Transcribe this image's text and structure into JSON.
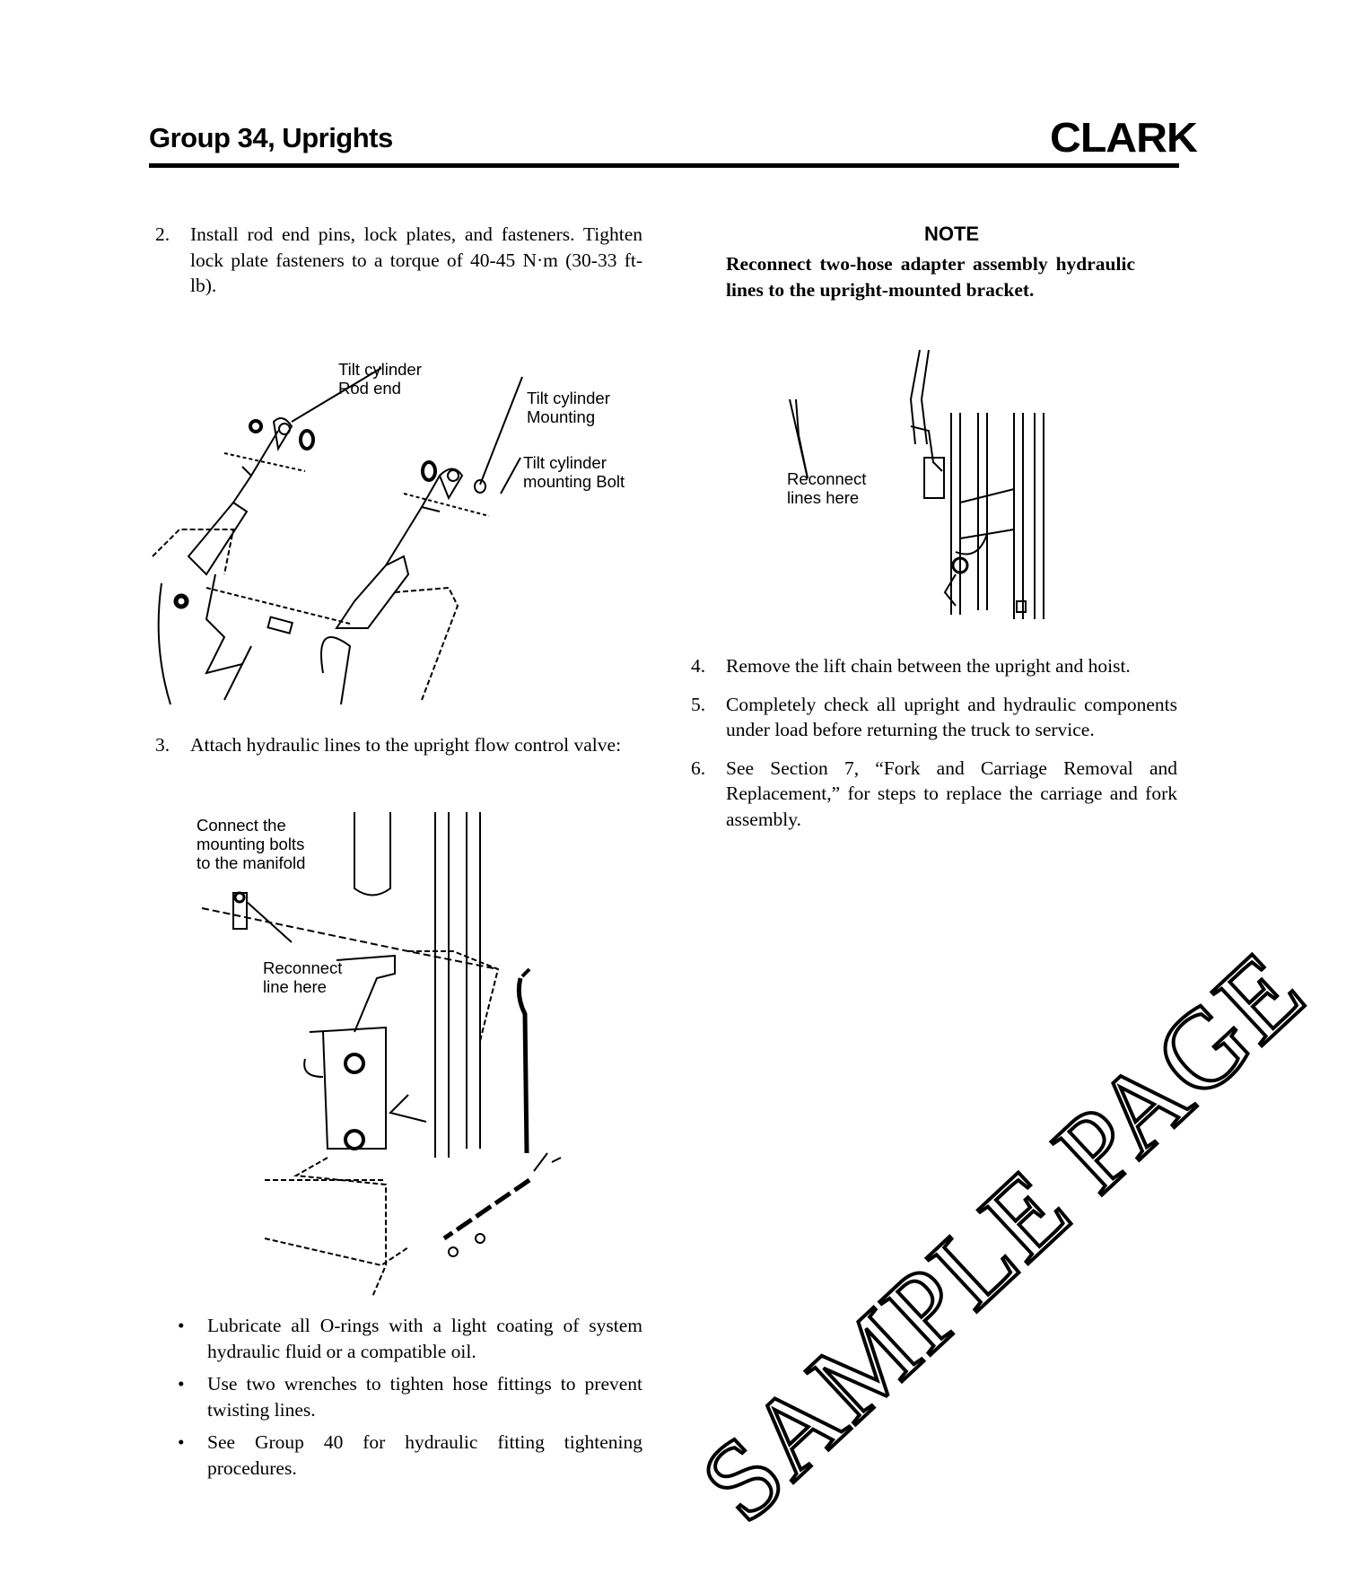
{
  "header": {
    "title": "Group 34, Uprights",
    "logo": "CLARK"
  },
  "left": {
    "step2": {
      "num": "2.",
      "text": "Install rod end pins, lock plates,  and fasteners. Tighten lock plate fasteners to a torque of 40-45 N·m (30-33 ft-lb)."
    },
    "figure1": {
      "labels": [
        "Tilt cylinder\nRod end",
        "Tilt cylinder\nMounting",
        "Tilt cylinder\nmounting Bolt"
      ]
    },
    "step3": {
      "num": "3.",
      "text": "Attach hydraulic lines to the upright flow control valve:"
    },
    "figure2": {
      "labels": [
        "Connect the\nmounting bolts\nto the manifold",
        "Reconnect\nline here"
      ]
    },
    "bullets": [
      "Lubricate all O-rings with a light coating of system hydraulic fluid or a compatible oil.",
      "Use two wrenches to tighten hose fittings to prevent twisting lines.",
      "See Group 40 for hydraulic fitting tightening procedures."
    ],
    "bullet_symbol": "•"
  },
  "right": {
    "note": {
      "heading": "NOTE",
      "text": "Reconnect two-hose adapter assembly hydraulic lines to the upright-mounted bracket."
    },
    "figure3": {
      "labels": [
        "Reconnect\nlines here"
      ]
    },
    "steps": [
      {
        "num": "4.",
        "text": "Remove the lift chain between the upright and hoist."
      },
      {
        "num": "5.",
        "text": "Completely check all upright and hydraulic components under load before returning the truck to service."
      },
      {
        "num": "6.",
        "text": "See Section 7, “Fork and Carriage Removal and Replacement,” for steps to replace the carriage and fork assembly."
      }
    ]
  },
  "watermark": "SAMPLE PAGE"
}
